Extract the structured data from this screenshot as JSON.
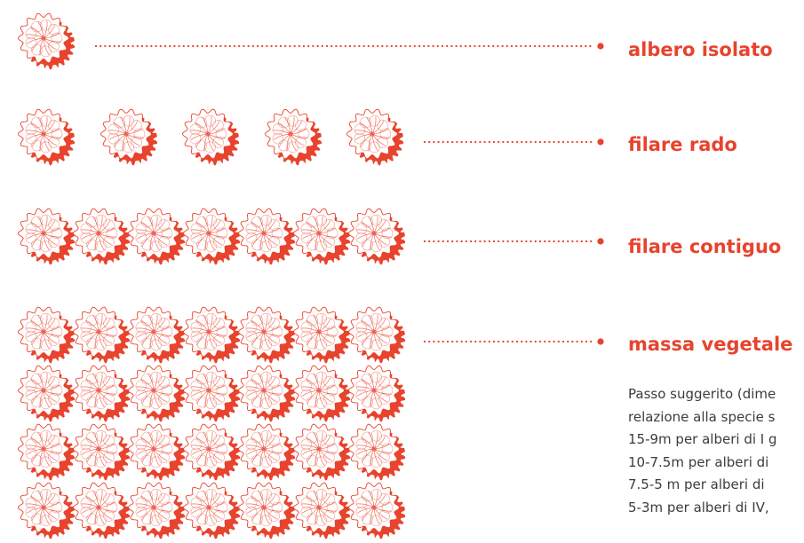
{
  "colors": {
    "accent": "#e8432d",
    "crown_stroke": "#e8432d",
    "crown_fill": "#ffffff",
    "note_text": "#3c3c3c"
  },
  "icon": "tree-crown-icon",
  "rows": [
    {
      "id": "albero-isolato",
      "label": "albero isolato",
      "tree_count": 1,
      "row_count": 1,
      "arrangement": "single"
    },
    {
      "id": "filare-rado",
      "label": "filare rado",
      "tree_count": 5,
      "row_count": 1,
      "arrangement": "sparse"
    },
    {
      "id": "filare-contiguo",
      "label": "filare contiguo",
      "tree_count": 7,
      "row_count": 1,
      "arrangement": "contiguous"
    },
    {
      "id": "massa-vegetale",
      "label": "massa vegetale",
      "tree_count": 7,
      "row_count": 4,
      "arrangement": "contiguous"
    }
  ],
  "notes": [
    "Passo suggerito (dime",
    "relazione alla specie s",
    "15-9m per alberi di I g",
    "10-7.5m per alberi di",
    "7.5-5 m per alberi di",
    "5-3m per alberi di IV,"
  ]
}
